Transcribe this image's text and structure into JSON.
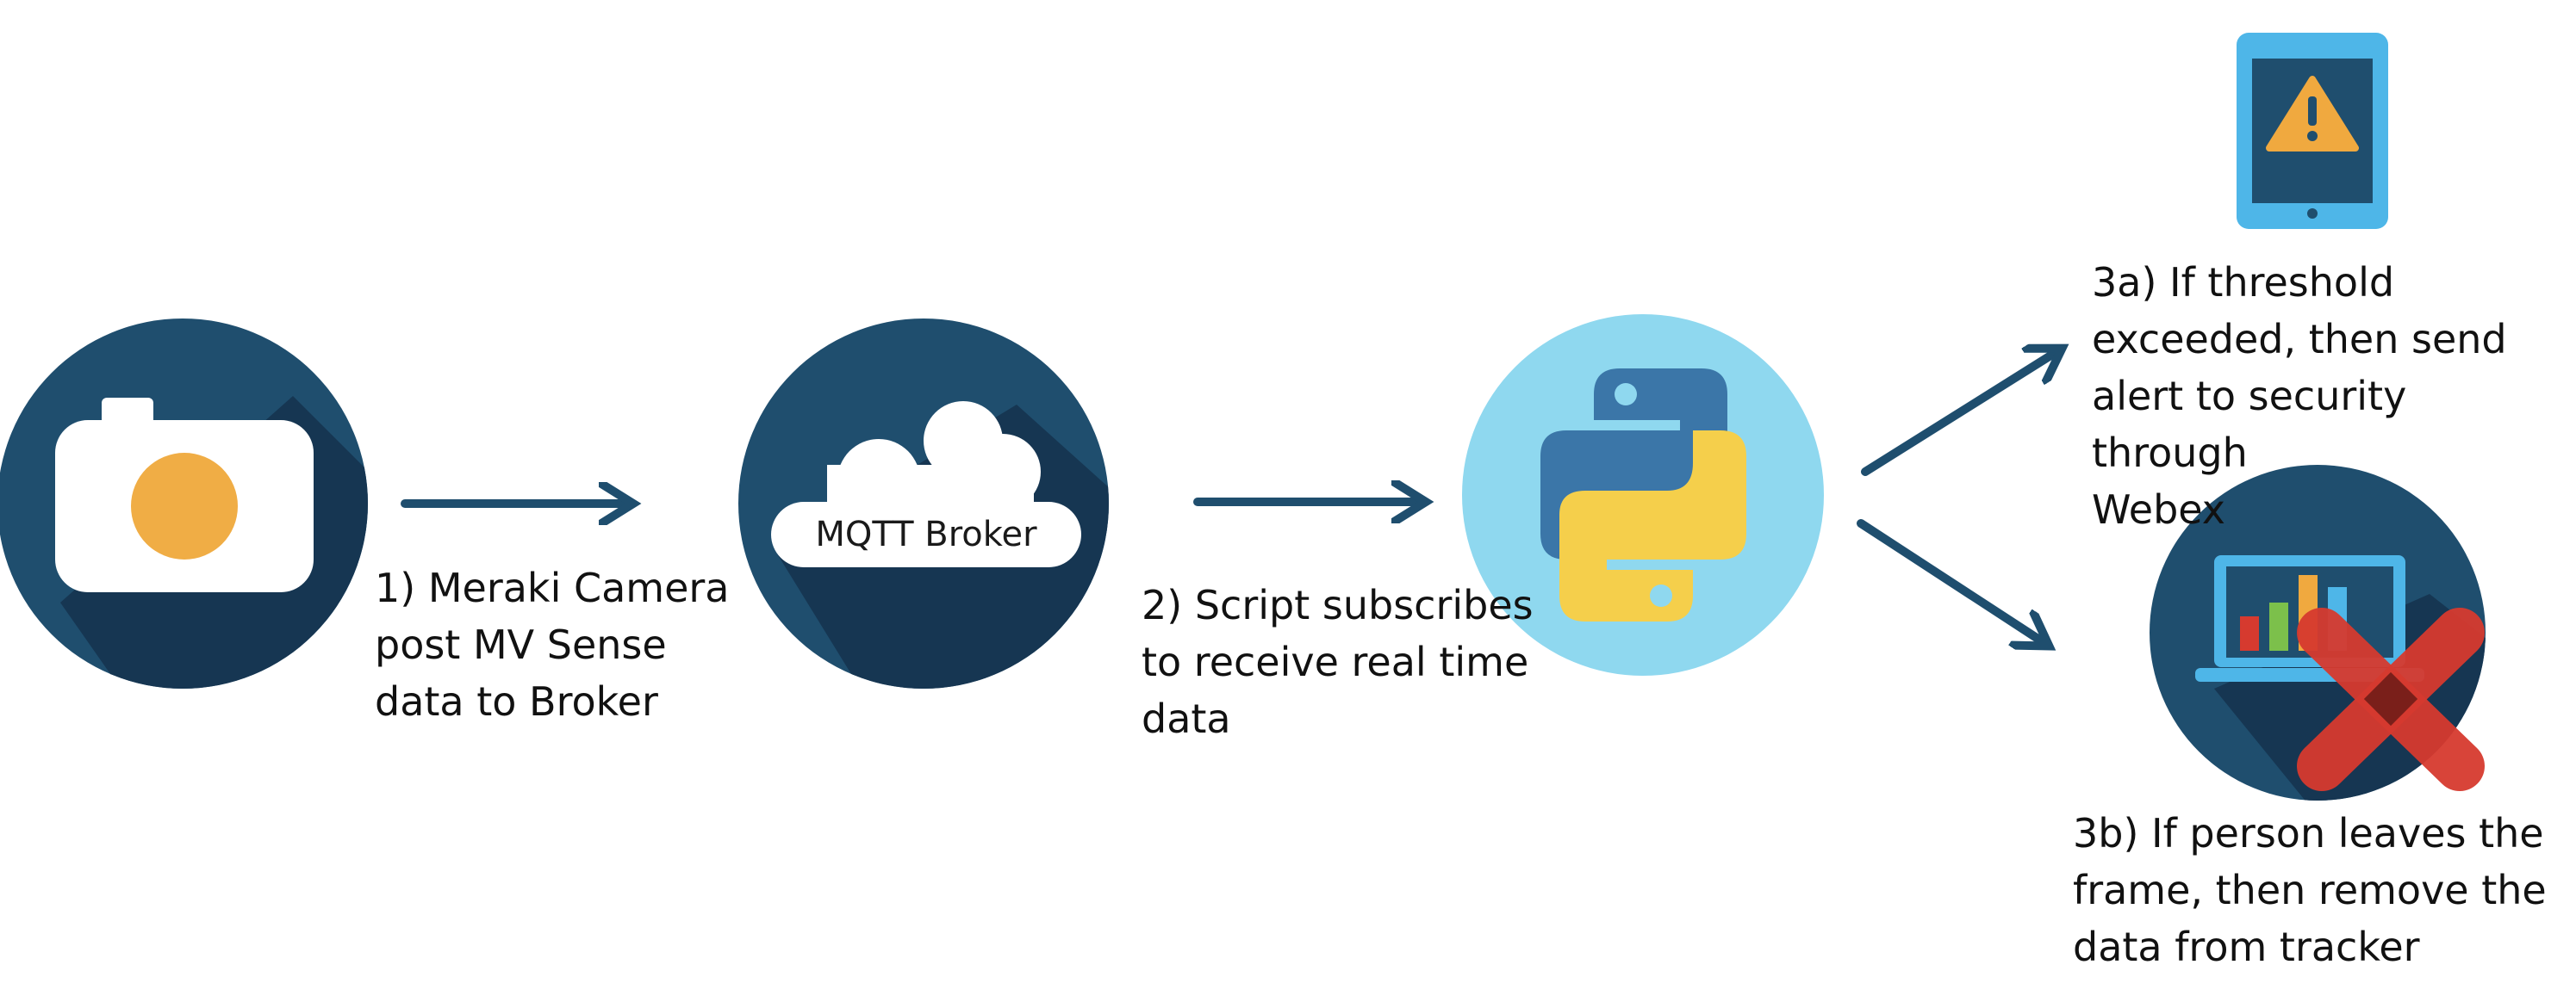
{
  "nodes": {
    "camera": {
      "icon": "camera-icon",
      "step": "1) Meraki Camera\npost MV Sense\ndata to Broker"
    },
    "broker": {
      "icon": "cloud-icon",
      "label": "MQTT Broker",
      "step": "2) Script subscribes\nto receive real time\ndata"
    },
    "script": {
      "icon": "python-logo-icon"
    },
    "alert": {
      "icon": "tablet-warning-icon",
      "step": "3a) If threshold\nexceeded, then send\nalert to security through\nWebex"
    },
    "remove": {
      "icon": "laptop-chart-cross-icon",
      "step": "3b) If person leaves the\nframe, then remove the\ndata from tracker"
    }
  },
  "colors": {
    "circle_dark": "#1f4e6e",
    "circle_shadow": "#163652",
    "python_bg": "#8fd8ef",
    "python_blue": "#3b76a8",
    "python_yellow": "#f5cf4b",
    "camera_lens": "#f0ad45",
    "arrow": "#1f4e6e",
    "tablet": "#4eb6e8",
    "warning": "#f0a93f",
    "cross": "#d63a2f"
  }
}
